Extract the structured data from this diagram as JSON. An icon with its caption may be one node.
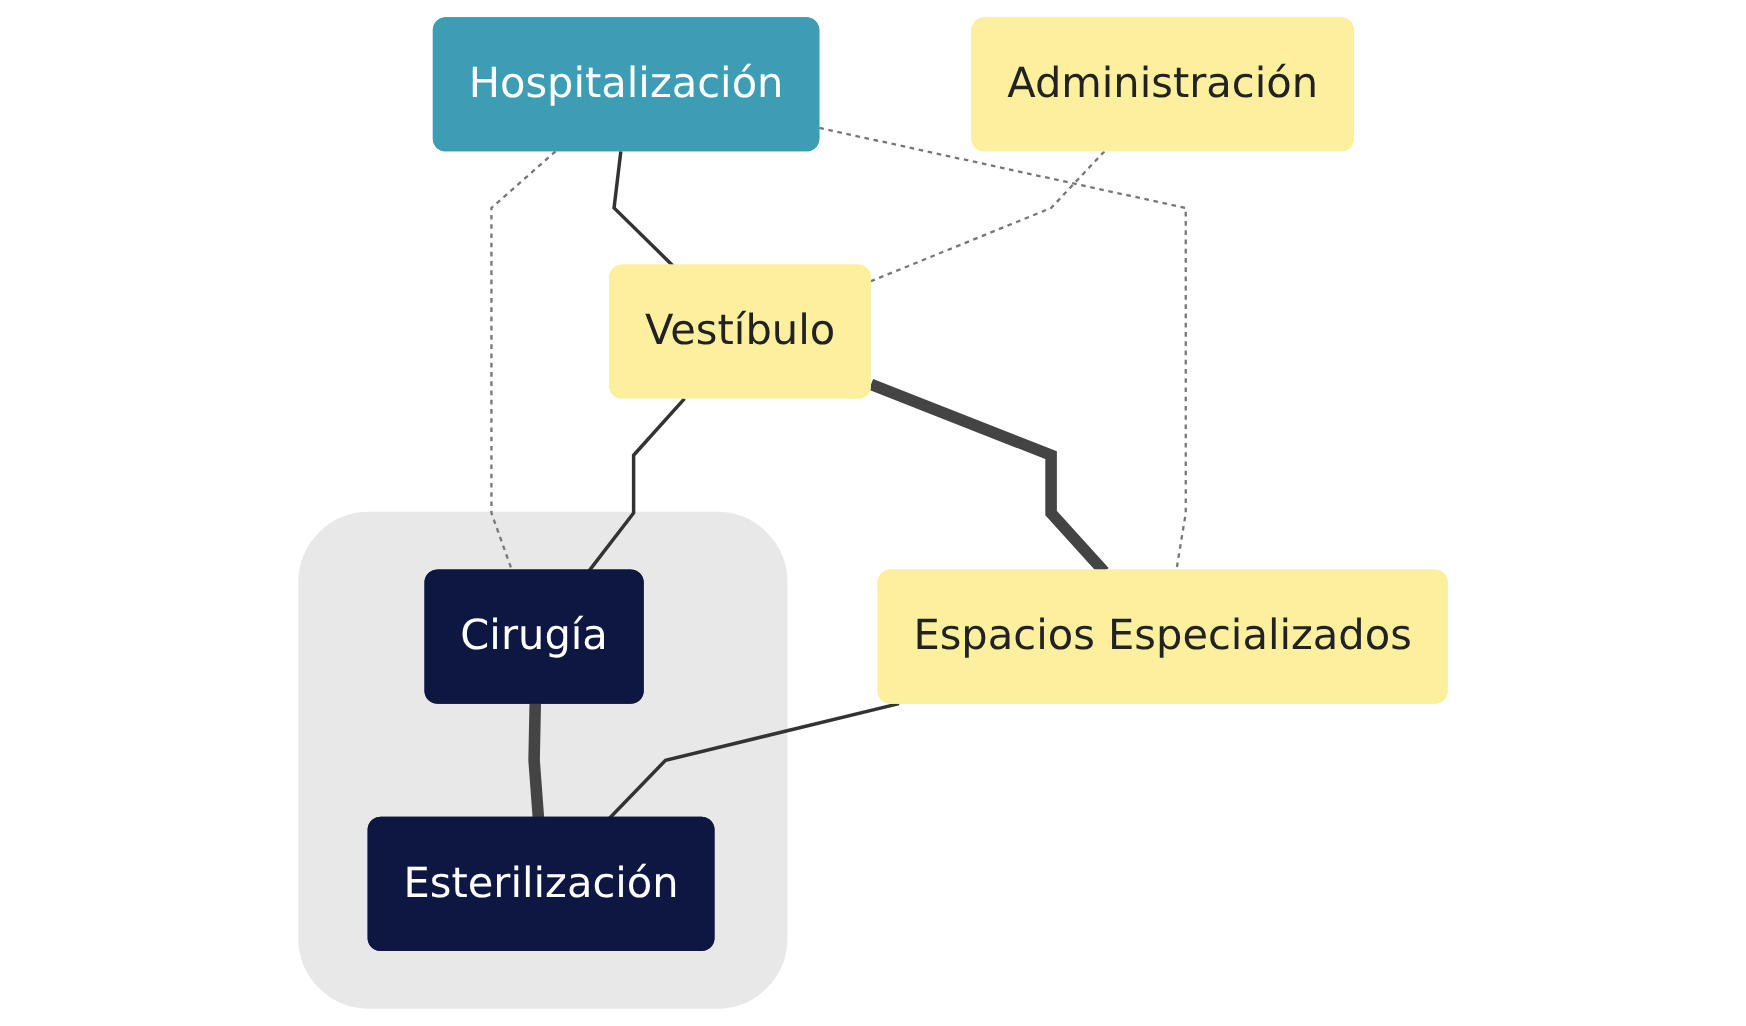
{
  "diagram": {
    "nodes": [
      {
        "text": [
          "Hospitalización"
        ]
      },
      {
        "text": [
          "Administración"
        ]
      },
      {
        "text": [
          "Vestíbulo"
        ]
      },
      {
        "text": [
          "Espacios Especializados"
        ]
      },
      {
        "text": [],
        "shape": "box"
      },
      {
        "text": [
          "Cirugía"
        ],
        "in": 4
      },
      {
        "text": [
          "Esterilización"
        ],
        "in": 4
      }
    ],
    "edges": [
      {
        "from": 0,
        "to": 2,
        "arrow": "none"
      },
      {
        "from": 1,
        "to": 2,
        "arrow": "none",
        "style": "dashed"
      },
      {
        "from": 2,
        "to": 3,
        "arrow": "none",
        "style": "thick"
      },
      {
        "from": 0,
        "to": 3,
        "arrow": "none",
        "style": "dashed"
      },
      {
        "from": 0,
        "to": 5,
        "arrow": "none",
        "style": "dashed"
      },
      {
        "from": 2,
        "to": 5,
        "arrow": "none"
      },
      {
        "from": 5,
        "to": 6,
        "arrow": "none",
        "style": "thick"
      },
      {
        "from": 3,
        "to": 6,
        "arrow": "none"
      }
    ]
  }
}
